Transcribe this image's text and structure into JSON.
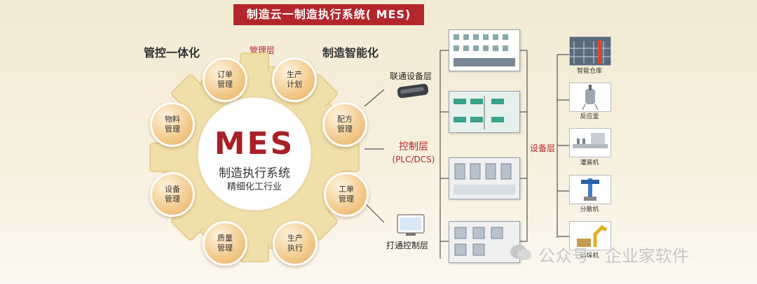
{
  "banner": "制造云一制造执行系统( MES)",
  "headings": {
    "left": "管控一体化",
    "right": "制造智能化",
    "management_layer": "管理层"
  },
  "center": {
    "title": "MES",
    "subtitle": "制造执行系统",
    "industry": "精细化工行业"
  },
  "nodes": {
    "order": "订单管理",
    "production_plan": "生产计划",
    "formula": "配方管理",
    "work_order": "工单管理",
    "production_exec": "生产执行",
    "quality": "质量管理",
    "equipment": "设备管理",
    "material": "物料管理"
  },
  "layers": {
    "connect_device": "联通设备层",
    "control": "控制层",
    "control_sub": "(PLC/DCS)",
    "connect_control": "打通控制层",
    "device": "设备层"
  },
  "devices": {
    "warehouse": "智能仓库",
    "reactor": "反应釜",
    "filler": "灌装机",
    "disperser": "分散机",
    "palletizer": "码垛机"
  },
  "watermark": "公众号 · 企业家软件",
  "colors": {
    "accent": "#b3262b",
    "gear": "#f1dfa9",
    "node": "#f2c98a"
  }
}
